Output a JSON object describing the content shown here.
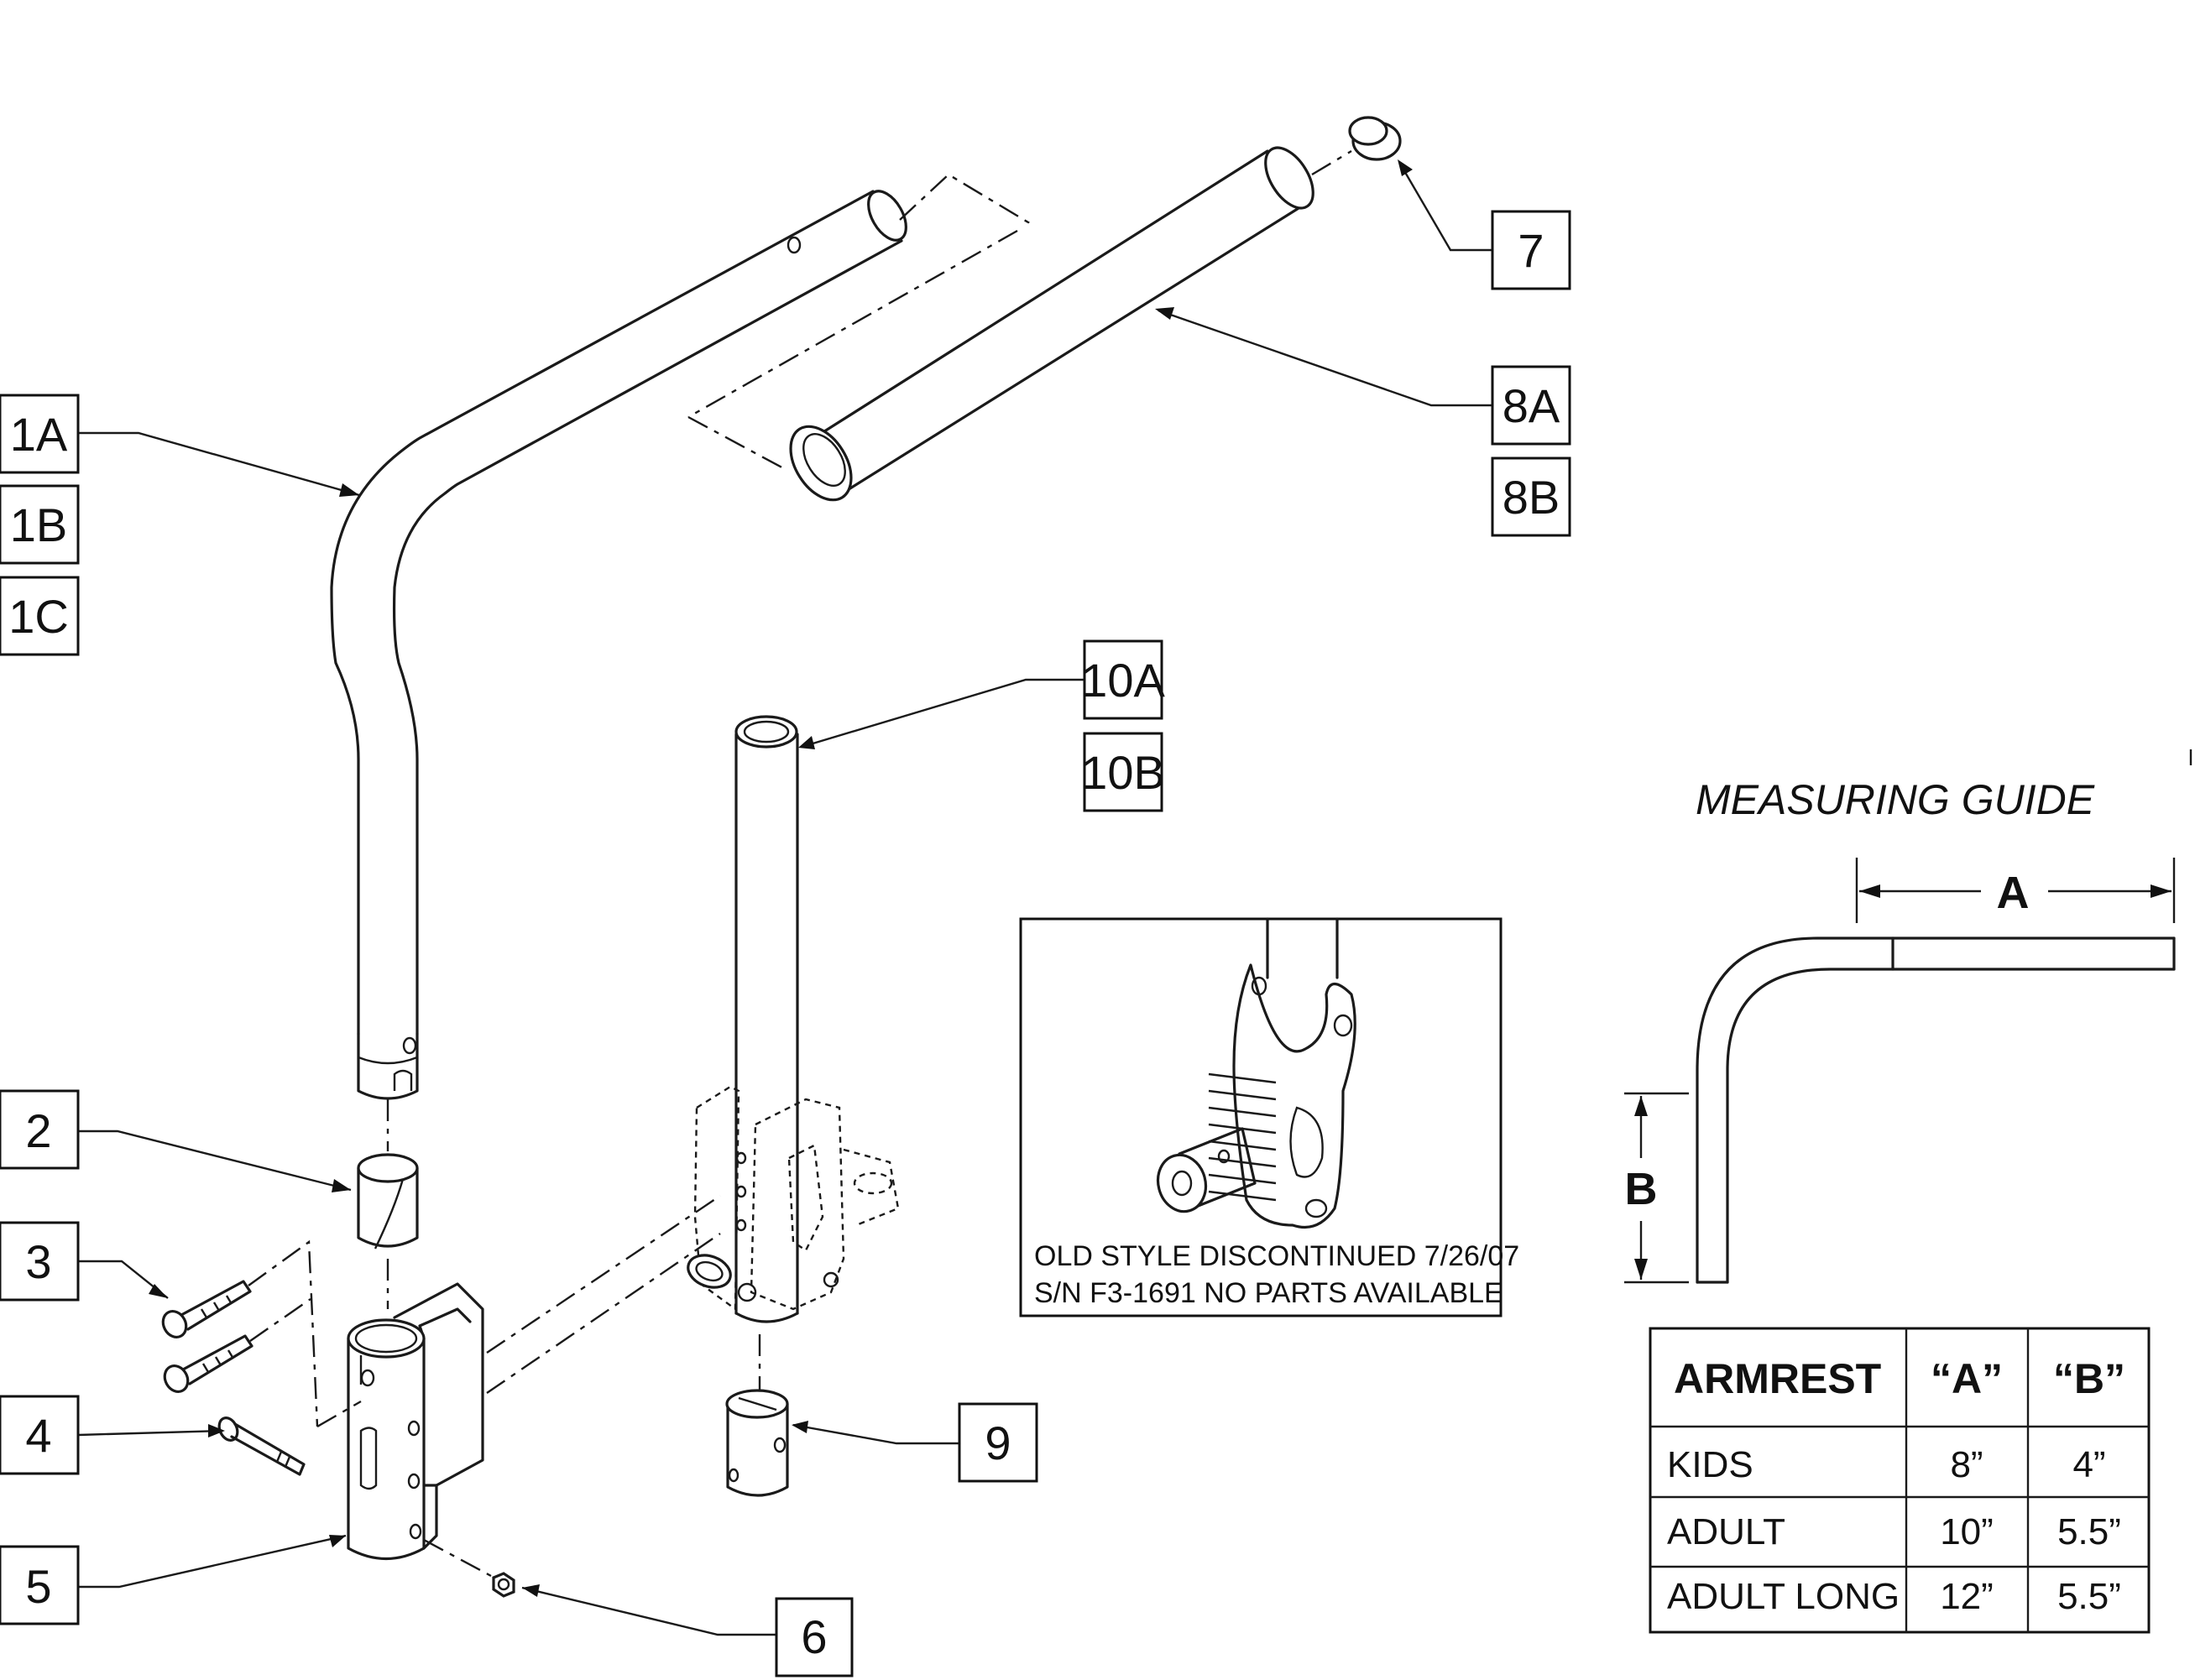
{
  "callouts": {
    "c1a": "1A",
    "c1b": "1B",
    "c1c": "1C",
    "c2": "2",
    "c3": "3",
    "c4": "4",
    "c5": "5",
    "c6": "6",
    "c7": "7",
    "c8a": "8A",
    "c8b": "8B",
    "c9": "9",
    "c10a": "10A",
    "c10b": "10B"
  },
  "inset_note": {
    "line1": "OLD STYLE DISCONTINUED 7/26/07",
    "line2": "S/N F3-1691 NO PARTS AVAILABLE"
  },
  "measuring_guide": {
    "title": "MEASURING GUIDE",
    "dim_a": "A",
    "dim_b": "B"
  },
  "table": {
    "headers": [
      "ARMREST",
      "“A”",
      "“B”"
    ],
    "rows": [
      [
        "KIDS",
        "8”",
        "4”"
      ],
      [
        "ADULT",
        "10”",
        "5.5”"
      ],
      [
        "ADULT LONG",
        "12”",
        "5.5”"
      ]
    ]
  }
}
